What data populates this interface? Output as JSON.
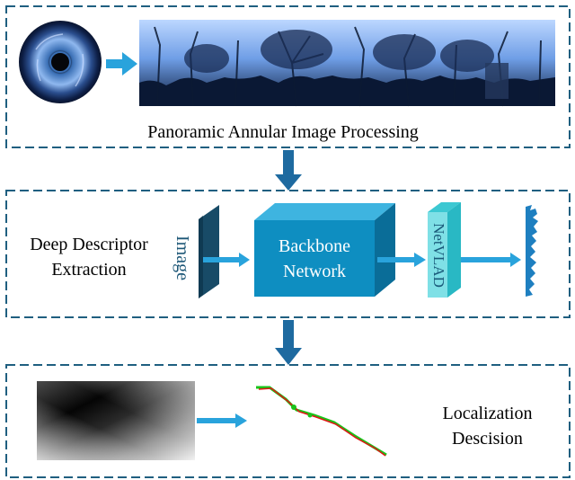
{
  "panels": {
    "top": {
      "caption": "Panoramic Annular Image Processing"
    },
    "middle": {
      "caption_line1": "Deep Descriptor",
      "caption_line2": "Extraction",
      "image_label": "Image",
      "backbone_line1": "Backbone",
      "backbone_line2": "Network",
      "netvlad_label": "NetVLAD"
    },
    "bottom": {
      "caption_line1": "Localization",
      "caption_line2": "Descision"
    }
  },
  "colors": {
    "dashed_border": "#1f5f80",
    "arrow_blue": "#29a3dc",
    "down_arrow": "#1e6aa0",
    "image_slab": "#1d5777",
    "backbone_front": "#0e8ec1",
    "backbone_top": "#3eb4e0",
    "netvlad_front": "#7fe0e6",
    "netvlad_top": "#3cc8d2",
    "descriptor": "#1e7fc0",
    "trajectory_red": "#e01515",
    "trajectory_green": "#19c419"
  },
  "icons": [
    "fisheye-image-icon",
    "panorama-image-icon",
    "similarity-matrix-icon",
    "trajectory-plot-icon",
    "descriptor-vector-icon"
  ]
}
